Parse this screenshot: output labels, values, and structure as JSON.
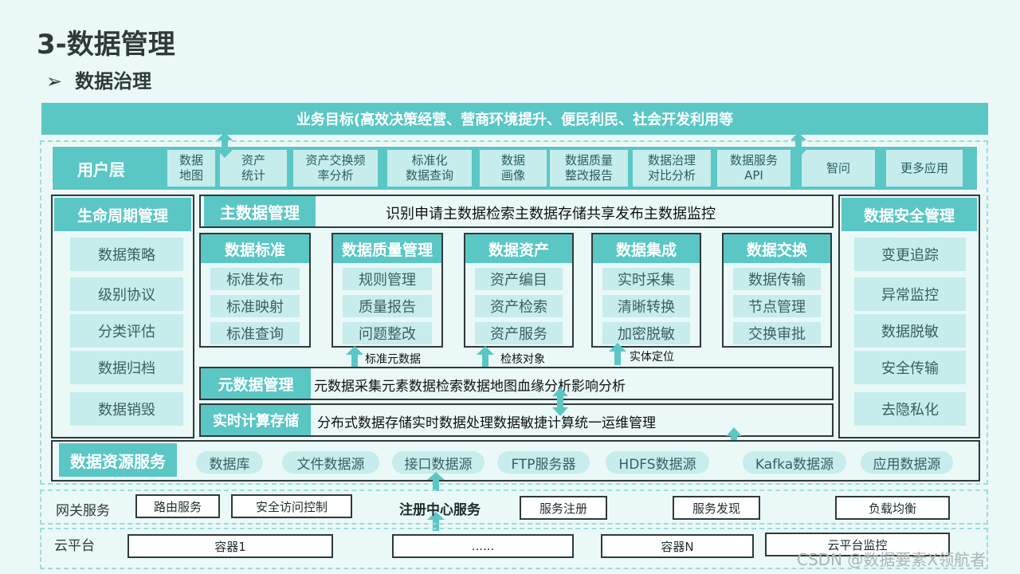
{
  "slide": {
    "title": "3-数据管理",
    "subtitle_marker": "➢",
    "subtitle": "数据治理"
  },
  "business_goal": "业务目标(高效决策经营、营商环境提升、便民利民、社会开发利用等",
  "user_layer": {
    "label": "用户层",
    "items": [
      {
        "line1": "数据",
        "line2": "地图"
      },
      {
        "line1": "资产",
        "line2": "统计"
      },
      {
        "line1": "资产交换频",
        "line2": "率分析"
      },
      {
        "line1": "标准化",
        "line2": "数据查询"
      },
      {
        "line1": "数据",
        "line2": "画像"
      },
      {
        "line1": "数据质量",
        "line2": "整改报告"
      },
      {
        "line1": "数据治理",
        "line2": "对比分析"
      },
      {
        "line1": "数据服务",
        "line2": "API"
      },
      {
        "line1": "智问",
        "line2": ""
      },
      {
        "line1": "更多应用",
        "line2": ""
      }
    ]
  },
  "lifecycle": {
    "title": "生命周期管理",
    "items": [
      "数据策略",
      "级别协议",
      "分类评估",
      "数据归档",
      "数据销毁"
    ]
  },
  "security": {
    "title": "数据安全管理",
    "items": [
      "变更追踪",
      "异常监控",
      "数据脱敏",
      "安全传输",
      "去隐私化"
    ]
  },
  "master_data": {
    "label": "主数据管理",
    "text": "识别申请主数据检索主数据存储共享发布主数据监控"
  },
  "modules": [
    {
      "title": "数据标准",
      "items": [
        "标准发布",
        "标准映射",
        "标准查询"
      ]
    },
    {
      "title": "数据质量管理",
      "items": [
        "规则管理",
        "质量报告",
        "问题整改"
      ]
    },
    {
      "title": "数据资产",
      "items": [
        "资产编目",
        "资产检索",
        "资产服务"
      ]
    },
    {
      "title": "数据集成",
      "items": [
        "实时采集",
        "清晰转换",
        "加密脱敏"
      ]
    },
    {
      "title": "数据交换",
      "items": [
        "数据传输",
        "节点管理",
        "交换审批"
      ]
    }
  ],
  "arrow_labels": [
    "标准元数据",
    "检核对象",
    "实体定位"
  ],
  "metadata": {
    "label": "元数据管理",
    "text": "元数据采集元素数据检索数据地图血缘分析影响分析"
  },
  "realtime": {
    "label": "实时计算存储",
    "text": "分布式数据存储实时数据处理数据敏捷计算统一运维管理"
  },
  "resource_service": {
    "label": "数据资源服务",
    "items": [
      "数据库",
      "文件数据源",
      "接口数据源",
      "FTP服务器",
      "HDFS数据源",
      "Kafka数据源",
      "应用数据源"
    ]
  },
  "gateway": {
    "label": "网关服务",
    "items": [
      "路由服务",
      "安全访问控制",
      "注册中心服务",
      "服务注册",
      "服务发现",
      "负载均衡"
    ]
  },
  "cloud": {
    "label": "云平台",
    "items": [
      "容器1",
      "......",
      "容器N",
      "云平台监控"
    ]
  },
  "watermark": "CSDN @数据要素X领航者",
  "colors": {
    "teal": "#5ac7c5",
    "teal_light": "#c6ecec",
    "background": "#eaf8f8"
  }
}
